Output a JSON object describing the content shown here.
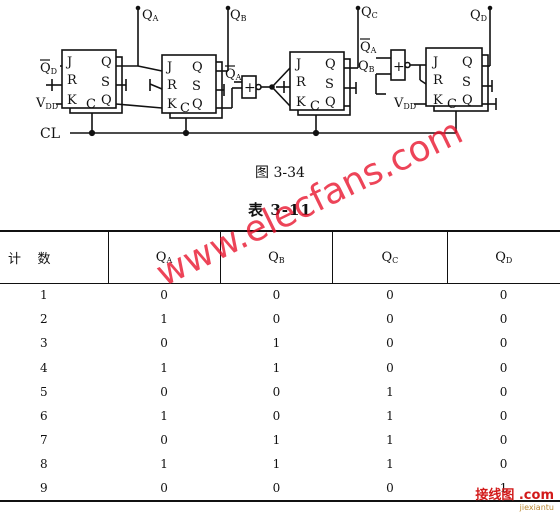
{
  "figure": {
    "caption": "图 3-34",
    "outputs": {
      "qa": "Q",
      "qa_sub": "A",
      "qb": "Q",
      "qb_sub": "B",
      "qc": "Q",
      "qc_sub": "C",
      "qd": "Q",
      "qd_sub": "D"
    },
    "inputs": {
      "qd_bar": "Q",
      "qd_bar_sub": "D",
      "vdd1": "V",
      "vdd1_sub": "DD",
      "vdd2": "V",
      "vdd2_sub": "DD",
      "clock": "CL"
    },
    "gate_inputs": {
      "qa_bar_g1": "Q",
      "qa_bar_g1_sub": "A",
      "qa_bar_g2": "Q",
      "qa_bar_g2_sub": "A",
      "qb_g2": "Q",
      "qb_g2_sub": "B"
    },
    "pins": {
      "j": "J",
      "r": "R",
      "k": "K",
      "q": "Q",
      "s": "S",
      "qbar": "Q",
      "c": "C"
    },
    "gate_symbol": "+"
  },
  "table": {
    "title": "表 3-11",
    "headers": {
      "count": "计    数",
      "qa": "Q",
      "qa_sub": "A",
      "qb": "Q",
      "qb_sub": "B",
      "qc": "Q",
      "qc_sub": "C",
      "qd": "Q",
      "qd_sub": "D"
    },
    "rows": [
      [
        "1",
        "0",
        "0",
        "0",
        "0"
      ],
      [
        "2",
        "1",
        "0",
        "0",
        "0"
      ],
      [
        "3",
        "0",
        "1",
        "0",
        "0"
      ],
      [
        "4",
        "1",
        "1",
        "0",
        "0"
      ],
      [
        "5",
        "0",
        "0",
        "1",
        "0"
      ],
      [
        "6",
        "1",
        "0",
        "1",
        "0"
      ],
      [
        "7",
        "0",
        "1",
        "1",
        "0"
      ],
      [
        "8",
        "1",
        "1",
        "1",
        "0"
      ],
      [
        "9",
        "0",
        "0",
        "0",
        "1"
      ]
    ]
  },
  "watermark": "www.elecfans.com",
  "corner_logo": {
    "main": "接线图 .com",
    "sub": "jiexiantu"
  }
}
